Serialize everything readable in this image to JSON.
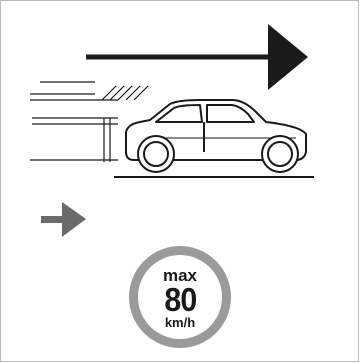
{
  "speed_sign": {
    "top_label": "max",
    "value": "80",
    "unit": "km/h"
  },
  "colors": {
    "background": "#ffffff",
    "border": "#bcbcbc",
    "line_art": "#1a1a1a",
    "small_arrow": "#6b6b6b",
    "sign_ring": "#9a9a9a"
  },
  "icons": {
    "direction_arrow": "arrow-right-icon",
    "small_arrow": "arrow-right-icon",
    "vehicle": "car-icon"
  }
}
